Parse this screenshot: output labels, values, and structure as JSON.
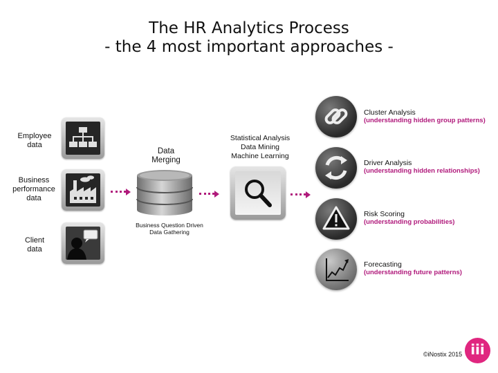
{
  "title": {
    "line1": "The HR Analytics Process",
    "line2": "- the 4 most important approaches -"
  },
  "sources": [
    {
      "label_lines": [
        "Employee",
        "data"
      ],
      "icon": "org-chart-icon"
    },
    {
      "label_lines": [
        "Business",
        "performance",
        "data"
      ],
      "icon": "factory-icon"
    },
    {
      "label_lines": [
        "Client",
        "data"
      ],
      "icon": "person-speech-icon"
    }
  ],
  "merging": {
    "label_lines": [
      "Data",
      "Merging"
    ],
    "caption_lines": [
      "Business Question Driven",
      "Data Gathering"
    ],
    "icon": "database-icon"
  },
  "analysis": {
    "label_lines": [
      "Statistical Analysis",
      "Data Mining",
      "Machine Learning"
    ],
    "icon": "magnifier-icon"
  },
  "outputs": [
    {
      "title": "Cluster Analysis",
      "subtitle": "(understanding hidden group patterns)",
      "icon": "chain-link-icon"
    },
    {
      "title": "Driver Analysis",
      "subtitle": "(understanding hidden relationships)",
      "icon": "cycle-arrows-icon"
    },
    {
      "title": "Risk Scoring",
      "subtitle": "(understanding probabilities)",
      "icon": "warning-icon"
    },
    {
      "title": "Forecasting",
      "subtitle": "(understanding future patterns)",
      "icon": "trend-chart-icon"
    }
  ],
  "colors": {
    "accent": "#b0197b",
    "logo": "#e0267f"
  },
  "footer": {
    "copyright": "©iNostix 2015",
    "logo_text": "iii"
  }
}
